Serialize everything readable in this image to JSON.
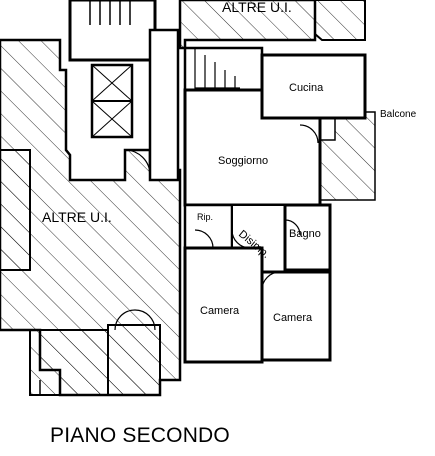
{
  "title": "PIANO SECONDO",
  "labels": {
    "other_units_top": "ALTRE U.I.",
    "other_units_left": "ALTRE U.I.",
    "cucina": "Cucina",
    "balcone": "Balcone",
    "soggiorno": "Soggiorno",
    "rip": "Rip.",
    "disimp": "Disimp.",
    "bagno": "Bagno",
    "camera_left": "Camera",
    "camera_right": "Camera"
  }
}
